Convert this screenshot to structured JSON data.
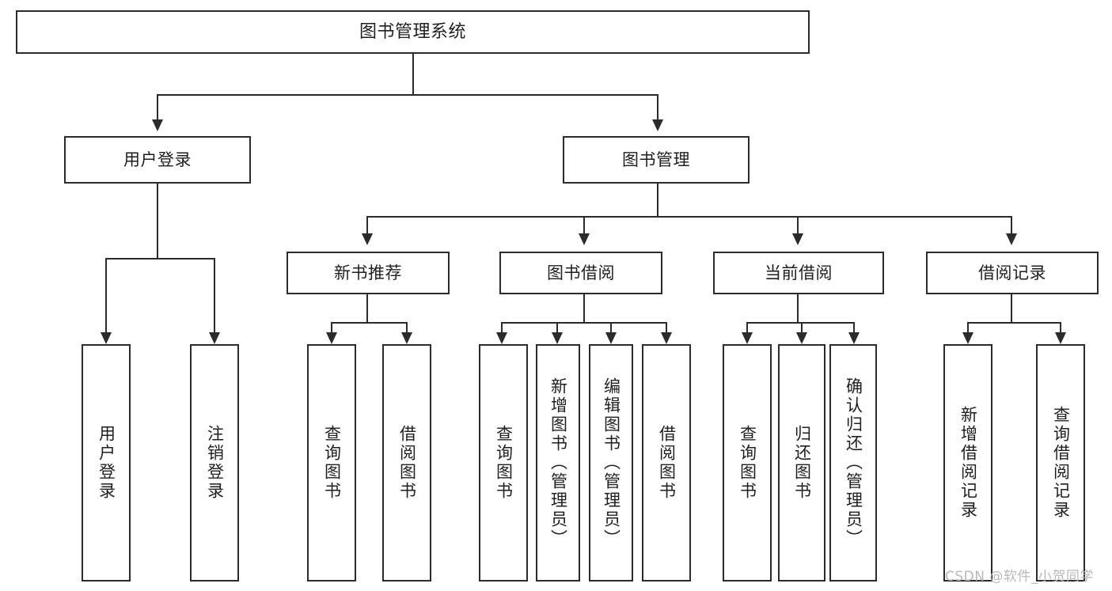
{
  "diagram": {
    "title": "图书管理系统",
    "type": "hierarchy-tree",
    "root": {
      "label": "图书管理系统"
    },
    "level1": [
      {
        "label": "用户登录"
      },
      {
        "label": "图书管理"
      }
    ],
    "level2": [
      {
        "label": "新书推荐"
      },
      {
        "label": "图书借阅"
      },
      {
        "label": "当前借阅"
      },
      {
        "label": "借阅记录"
      }
    ],
    "leaves": {
      "user_login": [
        {
          "label": "用户登录"
        },
        {
          "label": "注销登录"
        }
      ],
      "new_book_recommend": [
        {
          "label": "查询图书"
        },
        {
          "label": "借阅图书"
        }
      ],
      "book_borrow": [
        {
          "label": "查询图书"
        },
        {
          "label": "新增图书（管理员）"
        },
        {
          "label": "编辑图书（管理员）"
        },
        {
          "label": "借阅图书"
        }
      ],
      "current_borrow": [
        {
          "label": "查询图书"
        },
        {
          "label": "归还图书"
        },
        {
          "label": "确认归还（管理员）"
        }
      ],
      "borrow_record": [
        {
          "label": "新增借阅记录"
        },
        {
          "label": "查询借阅记录"
        }
      ]
    }
  },
  "watermark": {
    "text": "CSDN @软件_小贺同学"
  },
  "colors": {
    "stroke": "#2b2b2b",
    "text": "#1f1f1f",
    "background": "#ffffff",
    "watermark": "#b9b9b9"
  }
}
